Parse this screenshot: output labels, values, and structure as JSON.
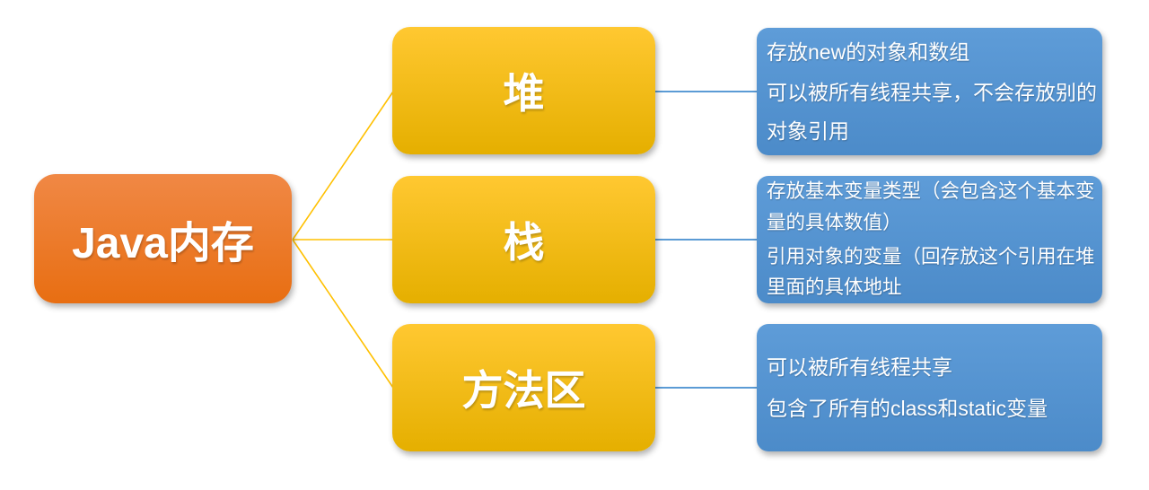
{
  "colors": {
    "root_top": "#F08845",
    "root_bottom": "#E86E12",
    "branch_top": "#FFC831",
    "branch_bottom": "#E5AF00",
    "detail_top": "#5E9CD8",
    "detail_bottom": "#4C8BC9",
    "branch_line": "#FFC000",
    "detail_line": "#5B9BD5",
    "text": "#FFFFFF",
    "background": "#FFFFFF"
  },
  "diagram": {
    "root": {
      "label": "Java内存"
    },
    "branches": [
      {
        "label": "堆",
        "details": [
          "存放new的对象和数组",
          "可以被所有线程共享，不会存放别的对象引用"
        ]
      },
      {
        "label": "栈",
        "details": [
          "存放基本变量类型（会包含这个基本变量的具体数值）",
          "引用对象的变量（回存放这个引用在堆里面的具体地址"
        ]
      },
      {
        "label": "方法区",
        "details": [
          "可以被所有线程共享",
          "包含了所有的class和static变量"
        ]
      }
    ]
  }
}
